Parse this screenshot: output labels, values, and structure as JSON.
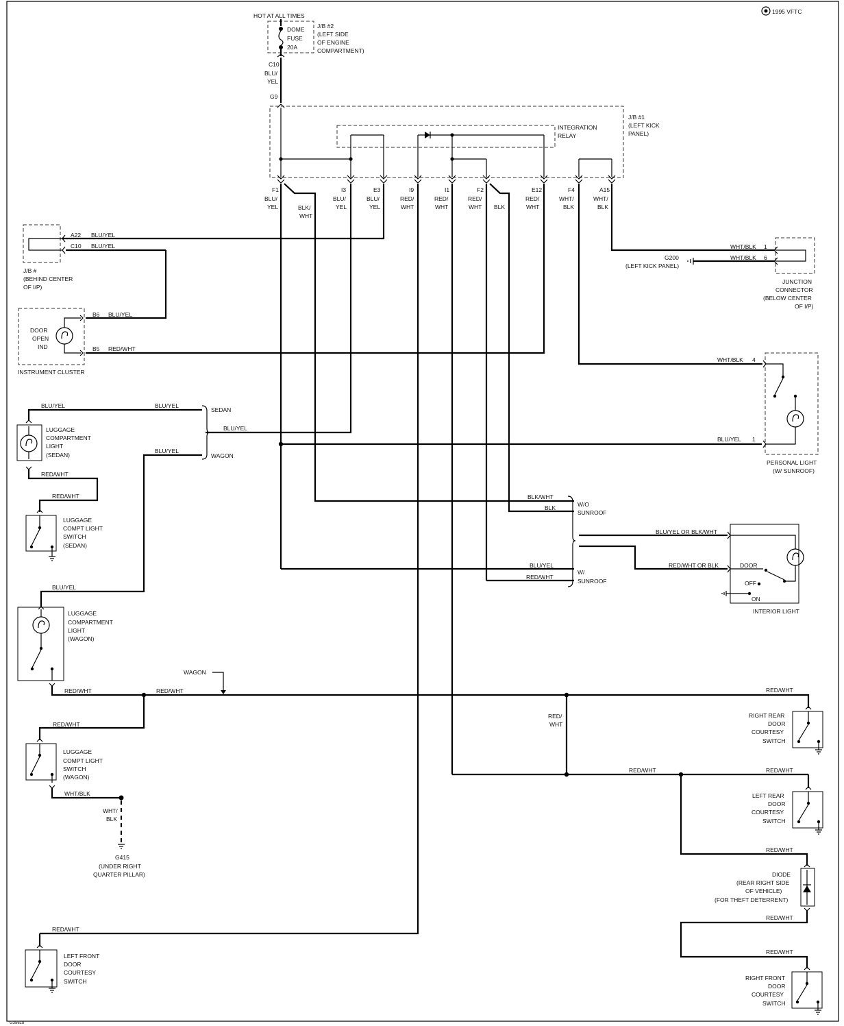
{
  "header": {
    "copyright": "1995 VFTC",
    "image_code": "G35618"
  },
  "fuse": {
    "hot_label": "HOT AT ALL TIMES",
    "name": [
      "DOME",
      "FUSE",
      "20A"
    ],
    "jb2": [
      "J/B #2",
      "(LEFT SIDE",
      "OF ENGINE",
      "COMPARTMENT)"
    ],
    "c10": "C10",
    "wire": [
      "BLU/",
      "YEL"
    ],
    "g9": "G9"
  },
  "jb1": {
    "label": [
      "J/B #1",
      "(LEFT KICK",
      "PANEL)"
    ],
    "relay": [
      "INTEGRATION",
      "RELAY"
    ],
    "pins": [
      {
        "pin": "F1",
        "wire": [
          "BLU/",
          "YEL"
        ]
      },
      {
        "pin": "I3",
        "wire": [
          "BLU/",
          "YEL"
        ]
      },
      {
        "pin": "E3",
        "wire": [
          "BLU/",
          "YEL"
        ]
      },
      {
        "pin": "I9",
        "wire": [
          "RED/",
          "WHT"
        ]
      },
      {
        "pin": "I1",
        "wire": [
          "RED/",
          "WHT"
        ]
      },
      {
        "pin": "F2",
        "wire": [
          "RED/",
          "WHT"
        ]
      },
      {
        "pin": "E12",
        "wire": [
          "RED/",
          "WHT"
        ]
      },
      {
        "pin": "F4",
        "wire": [
          "WHT/",
          "BLK"
        ]
      },
      {
        "pin": "A15",
        "wire": [
          "WHT/",
          "BLK"
        ]
      }
    ],
    "f1_branch": [
      "BLK/",
      "WHT"
    ],
    "f2_branch": "BLK"
  },
  "jb_center": {
    "label": [
      "J/B #",
      "(BEHIND CENTER",
      "OF I/P)"
    ],
    "a22": "A22",
    "c10": "C10",
    "wire1": "BLU/YEL",
    "wire2": "BLU/YEL"
  },
  "cluster": {
    "ind": [
      "DOOR",
      "OPEN",
      "IND"
    ],
    "name": "INSTRUMENT CLUSTER",
    "b6": "B6",
    "b5": "B5",
    "wire_b6": "BLU/YEL",
    "wire_b5": "RED/WHT"
  },
  "junction": {
    "label": [
      "JUNCTION",
      "CONNECTOR",
      "(BELOW CENTER",
      "OF I/P)"
    ],
    "wire1": "WHT/BLK",
    "wire2": "WHT/BLK",
    "pin1": "1",
    "pin2": "6",
    "ground": [
      "G200",
      "(LEFT KICK PANEL)"
    ]
  },
  "personal": {
    "label": [
      "PERSONAL LIGHT",
      "(W/ SUNROOF)"
    ],
    "wire_top": "WHT/BLK",
    "wire_bot": "BLU/YEL",
    "pin_top": "4",
    "pin_bot": "1"
  },
  "sedan_wagon": {
    "sedan": "SEDAN",
    "wagon": "WAGON",
    "wire_sedan": "BLU/YEL",
    "wire_mid": "BLU/YEL",
    "wire_wagon": "BLU/YEL",
    "lamp_wire": "BLU/YEL"
  },
  "lug_sedan": {
    "light": [
      "LUGGAGE",
      "COMPARTMENT",
      "LIGHT",
      "(SEDAN)"
    ],
    "wire1": "RED/WHT",
    "wire2": "RED/WHT",
    "switch": [
      "LUGGAGE",
      "COMPT LIGHT",
      "SWITCH",
      "(SEDAN)"
    ]
  },
  "sunroof": {
    "wo": [
      "W/O",
      "SUNROOF"
    ],
    "w": [
      "W/",
      "SUNROOF"
    ],
    "wo_wire1": "BLK/WHT",
    "wo_wire2": "BLK",
    "w_wire1": "BLU/YEL",
    "w_wire2": "RED/WHT"
  },
  "interior": {
    "label": "INTERIOR LIGHT",
    "wire_top": "BLU/YEL OR BLK/WHT",
    "wire_bot": "RED/WHT OR BLK",
    "door": "DOOR",
    "off": "OFF",
    "on": "ON"
  },
  "lug_wagon": {
    "wire_top": "BLU/YEL",
    "light": [
      "LUGGAGE",
      "COMPARTMENT",
      "LIGHT",
      "(WAGON)"
    ],
    "wire1": "RED/WHT",
    "wire2": "RED/WHT",
    "wagon_tag": "WAGON",
    "wire3": "RED/WHT",
    "switch": [
      "LUGGAGE",
      "COMPT LIGHT",
      "SWITCH",
      "(WAGON)"
    ],
    "wire_gnd": "WHT/BLK",
    "wire_gnd_v": [
      "WHT/",
      "BLK"
    ],
    "ground": [
      "G415",
      "(UNDER RIGHT",
      "QUARTER PILLAR)"
    ]
  },
  "rear": {
    "vert_wire": [
      "RED/",
      "WHT"
    ],
    "rr_wire": "RED/WHT",
    "rr": [
      "RIGHT REAR",
      "DOOR",
      "COURTESY",
      "SWITCH"
    ],
    "mid_wire": "RED/WHT",
    "lr_wire": "RED/WHT",
    "lr": [
      "LEFT REAR",
      "DOOR",
      "COURTESY",
      "SWITCH"
    ],
    "diode_wire1": "RED/WHT",
    "diode": [
      "DIODE",
      "(REAR RIGHT SIDE",
      "OF VEHICLE)",
      "(FOR THEFT DETERRENT)"
    ],
    "diode_wire2": "RED/WHT",
    "rf_wire": "RED/WHT",
    "rf": [
      "RIGHT FRONT",
      "DOOR",
      "COURTESY",
      "SWITCH"
    ]
  },
  "front_left": {
    "wire": "RED/WHT",
    "label": [
      "LEFT FRONT",
      "DOOR",
      "COURTESY",
      "SWITCH"
    ]
  }
}
